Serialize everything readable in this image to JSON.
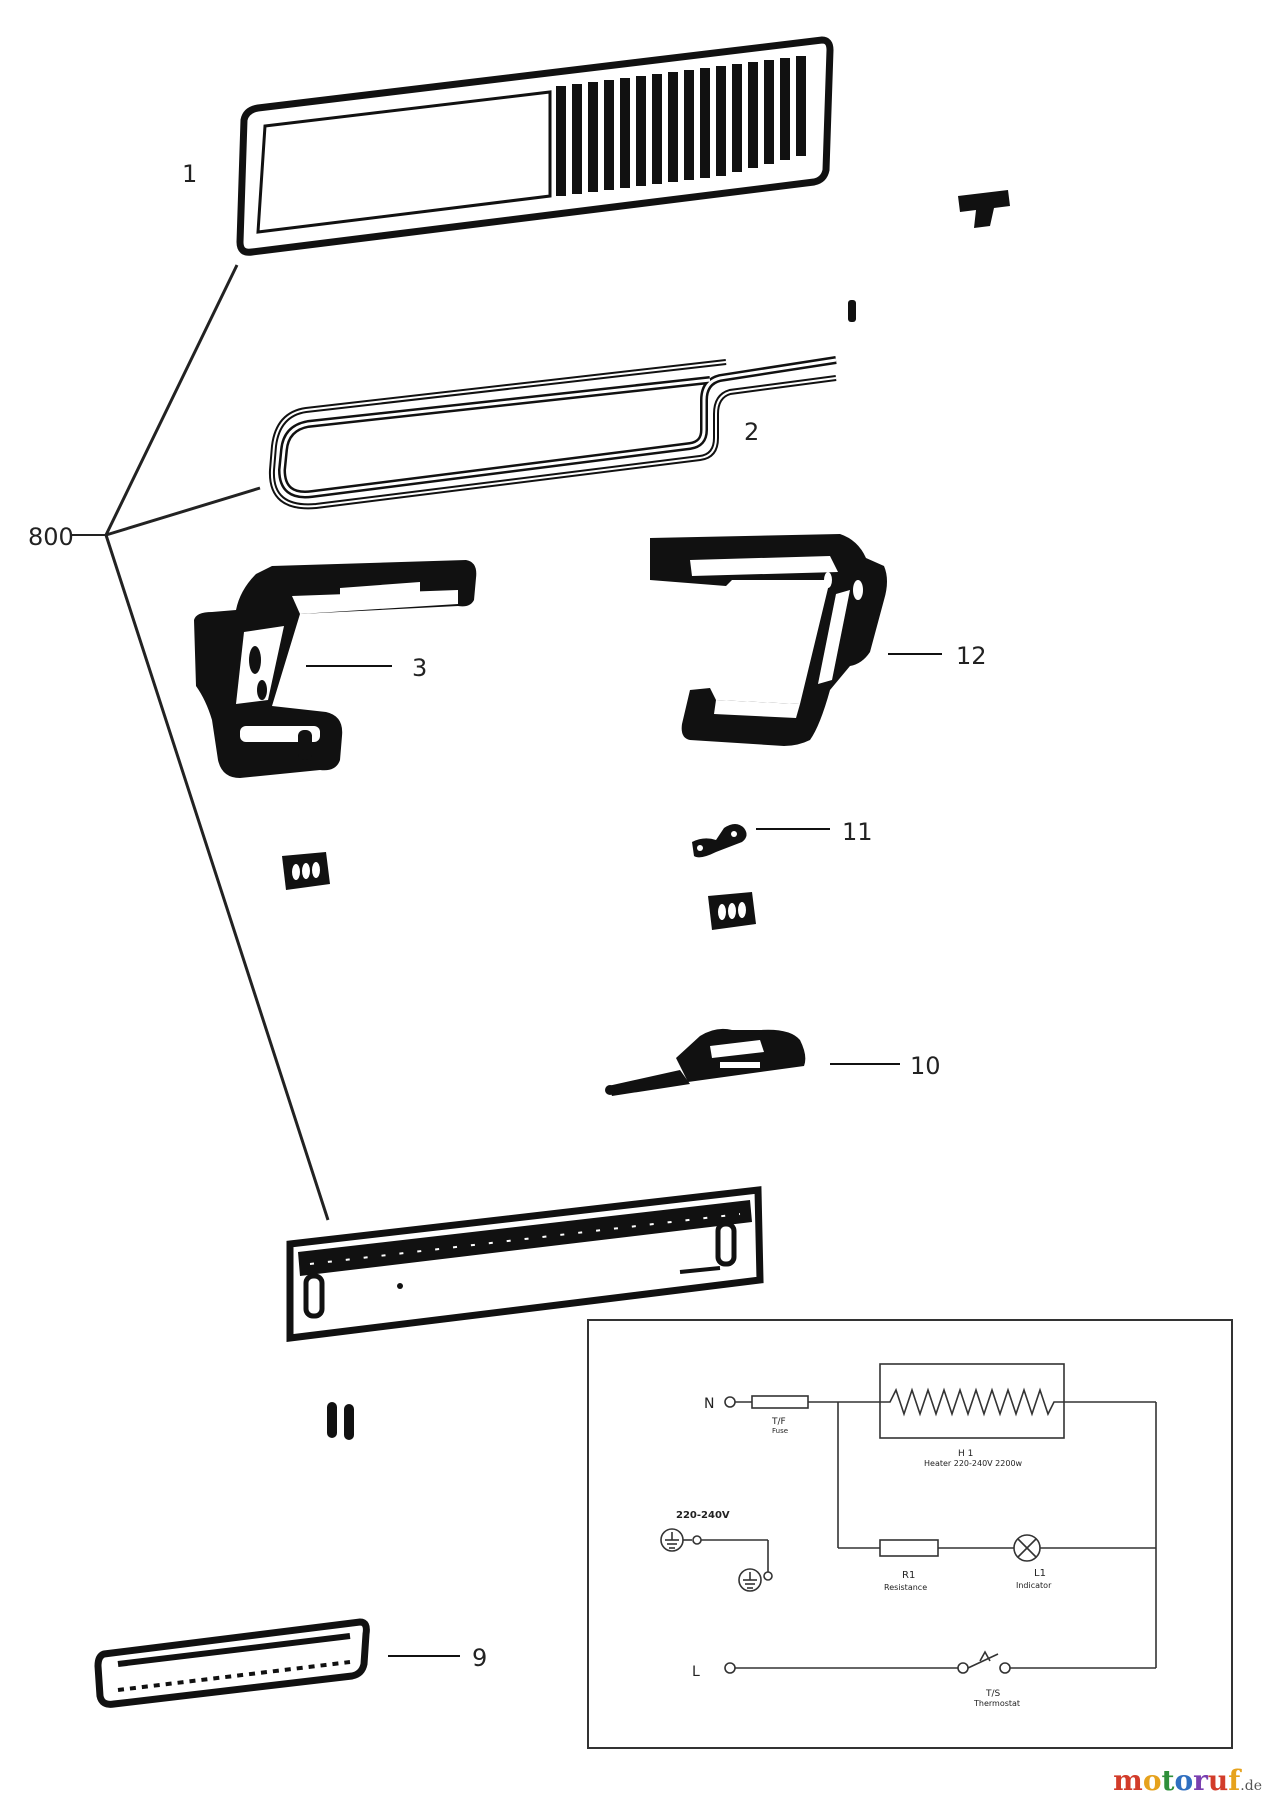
{
  "callouts": {
    "p1": "1",
    "p2": "2",
    "p3": "3",
    "p9": "9",
    "p10": "10",
    "p11": "11",
    "p12": "12",
    "assembly": "800"
  },
  "schematic": {
    "n": "N",
    "l": "L",
    "fuse_code": "T/F",
    "fuse_name": "Fuse",
    "heater_code": "H 1",
    "heater_name": "Heater  220-240V 2200w",
    "voltage": "220-240V",
    "r1_code": "R1",
    "r1_name": "Resistance",
    "l1_code": "L1",
    "l1_name": "Indicator",
    "ts_code": "T/S",
    "ts_name": "Thermostat"
  },
  "watermark": {
    "m": "m",
    "o1": "o",
    "t": "t",
    "o2": "o",
    "r": "r",
    "u": "u",
    "f": "f",
    "de": ".de",
    "colors": [
      "#d23c2a",
      "#e6a21d",
      "#2f8f3a",
      "#2f6fc0",
      "#7a3fb0",
      "#d23c2a",
      "#e6a21d"
    ]
  }
}
